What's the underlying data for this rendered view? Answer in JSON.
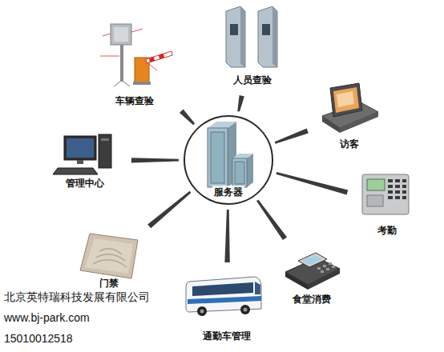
{
  "diagram": {
    "nodes": [
      {
        "text": [
          "车辆查验"
        ]
      },
      {
        "text": [
          "人员查验"
        ]
      },
      {
        "text": [
          "访客"
        ]
      },
      {
        "text": [
          "管理中心"
        ]
      },
      {
        "text": [
          "服务器"
        ]
      },
      {
        "text": [
          "考勤"
        ]
      },
      {
        "text": [
          "门禁"
        ]
      },
      {
        "text": [
          "食堂消费"
        ]
      },
      {
        "text": [
          "通勤车管理"
        ]
      }
    ],
    "edges": [
      {
        "from": 4,
        "to": 0,
        "arrow": "none"
      },
      {
        "from": 4,
        "to": 1,
        "arrow": "none"
      },
      {
        "from": 4,
        "to": 2,
        "arrow": "none"
      },
      {
        "from": 4,
        "to": 3,
        "arrow": "none"
      },
      {
        "from": 4,
        "to": 5,
        "arrow": "none"
      },
      {
        "from": 4,
        "to": 6,
        "arrow": "none"
      },
      {
        "from": 4,
        "to": 7,
        "arrow": "none"
      },
      {
        "from": 4,
        "to": 8,
        "arrow": "none"
      }
    ],
    "labels": [
      "北京英特瑞科技发展有限公司",
      "www.bj-park.com",
      "15010012518"
    ]
  }
}
